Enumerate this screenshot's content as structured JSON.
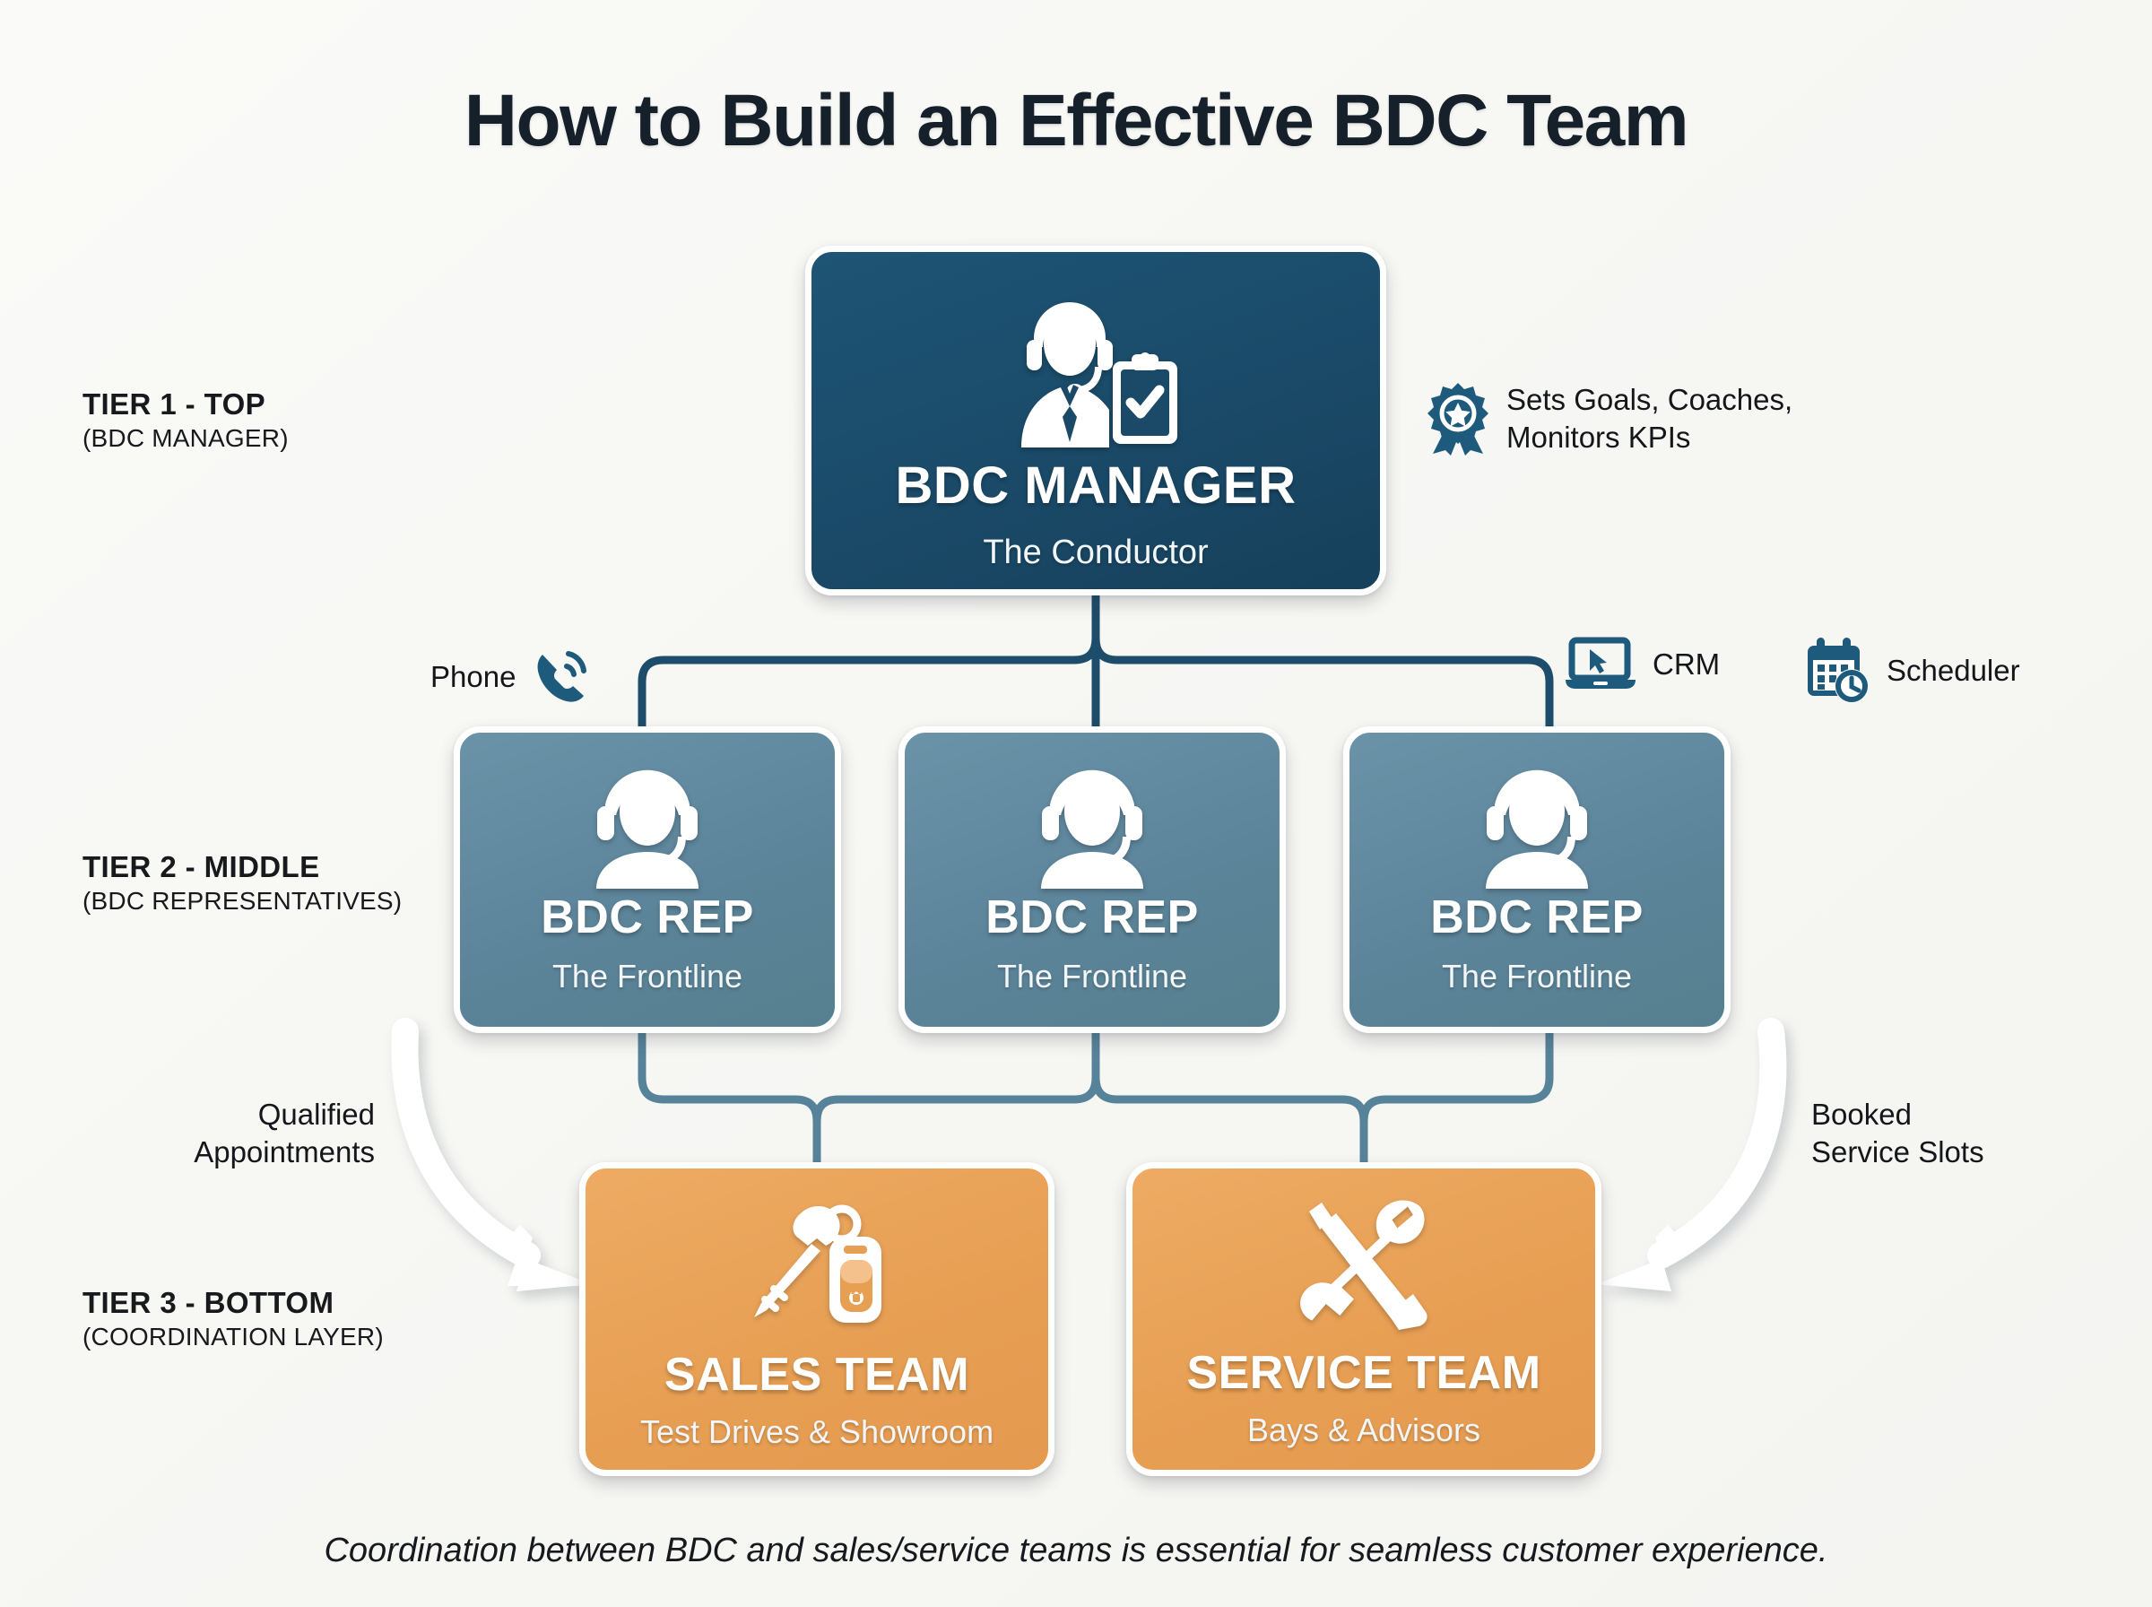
{
  "page": {
    "title": "How to Build an Effective BDC Team",
    "footer_caption": "Coordination between BDC and sales/service teams is essential for seamless customer experience.",
    "background_color": "#f7f7f4"
  },
  "colors": {
    "tier1_card": "#1a4a68",
    "tier2_card": "#5c849a",
    "tier3_card": "#e79f54",
    "connector_top": "#1d4d6b",
    "connector_bottom": "#57839a",
    "icon_accent": "#1d5a7c",
    "title_text": "#16202b",
    "arrow_white": "#ffffff"
  },
  "tiers": [
    {
      "id": "tier-1",
      "main": "TIER 1 - TOP",
      "sub": "(BDC MANAGER)"
    },
    {
      "id": "tier-2",
      "main": "TIER 2 - MIDDLE",
      "sub": "(BDC REPRESENTATIVES)"
    },
    {
      "id": "tier-3",
      "main": "TIER 3 - BOTTOM",
      "sub": "(COORDINATION LAYER)"
    }
  ],
  "cards": {
    "manager": {
      "title": "BDC MANAGER",
      "subtitle": "The Conductor",
      "icon": "headset-agent-clipboard-icon"
    },
    "reps": [
      {
        "title": "BDC REP",
        "subtitle": "The Frontline",
        "icon": "headset-agent-icon"
      },
      {
        "title": "BDC REP",
        "subtitle": "The Frontline",
        "icon": "headset-agent-icon"
      },
      {
        "title": "BDC REP",
        "subtitle": "The Frontline",
        "icon": "headset-agent-icon"
      }
    ],
    "sales": {
      "title": "SALES TEAM",
      "subtitle": "Test Drives & Showroom",
      "icon": "car-key-fob-icon"
    },
    "service": {
      "title": "SERVICE TEAM",
      "subtitle": "Bays & Advisors",
      "icon": "wrench-screwdriver-icon"
    }
  },
  "annotations": {
    "kpi": {
      "text": "Sets Goals, Coaches,\nMonitors KPIs",
      "icon": "award-ribbon-icon"
    },
    "phone": {
      "text": "Phone",
      "icon": "phone-signal-icon"
    },
    "crm": {
      "text": "CRM",
      "icon": "laptop-cursor-icon"
    },
    "scheduler": {
      "text": "Scheduler",
      "icon": "calendar-clock-icon"
    }
  },
  "flows": {
    "left": {
      "text": "Qualified\nAppointments",
      "arrow": "curved-arrow-down-right"
    },
    "right": {
      "text": "Booked\nService Slots",
      "arrow": "curved-arrow-down-left"
    }
  }
}
